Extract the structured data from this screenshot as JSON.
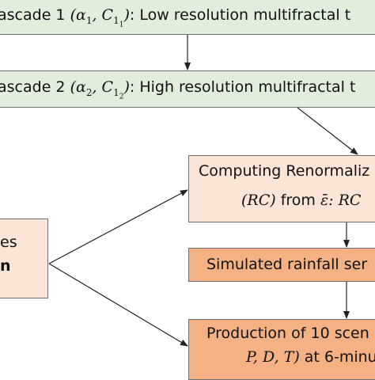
{
  "cascade1": {
    "prefix": "ascade 1 ",
    "math": "(α",
    "sub1": "1",
    "mid": ", C",
    "sub2": "1",
    "sub3": "1",
    "close": ")",
    "suffix": ": Low resolution multifractal t"
  },
  "cascade2": {
    "prefix": "ascade 2 ",
    "math": "(α",
    "sub1": "2",
    "mid": ", C",
    "sub2": "1",
    "sub3": "2",
    "close": ")",
    "suffix": ": High resolution multifractal t"
  },
  "renorm": {
    "line1": "Computing Renormaliz",
    "line2_math": "(RC)",
    "line2_text": " from ",
    "epsilon": "ε̄",
    "line2_tail": ": RC"
  },
  "left_box": {
    "line1": "es",
    "line2": "n"
  },
  "simulated": {
    "text": "Simulated rainfall ser"
  },
  "production": {
    "line1": "Production of 10 scen",
    "line2_math": "P, D, T)",
    "line2_text": " at 6-minut"
  },
  "colors": {
    "green": "#e2eedc",
    "peach": "#fbe5d6",
    "orange": "#f4b183",
    "border": "#6f6f6f",
    "arrow": "#222222"
  }
}
